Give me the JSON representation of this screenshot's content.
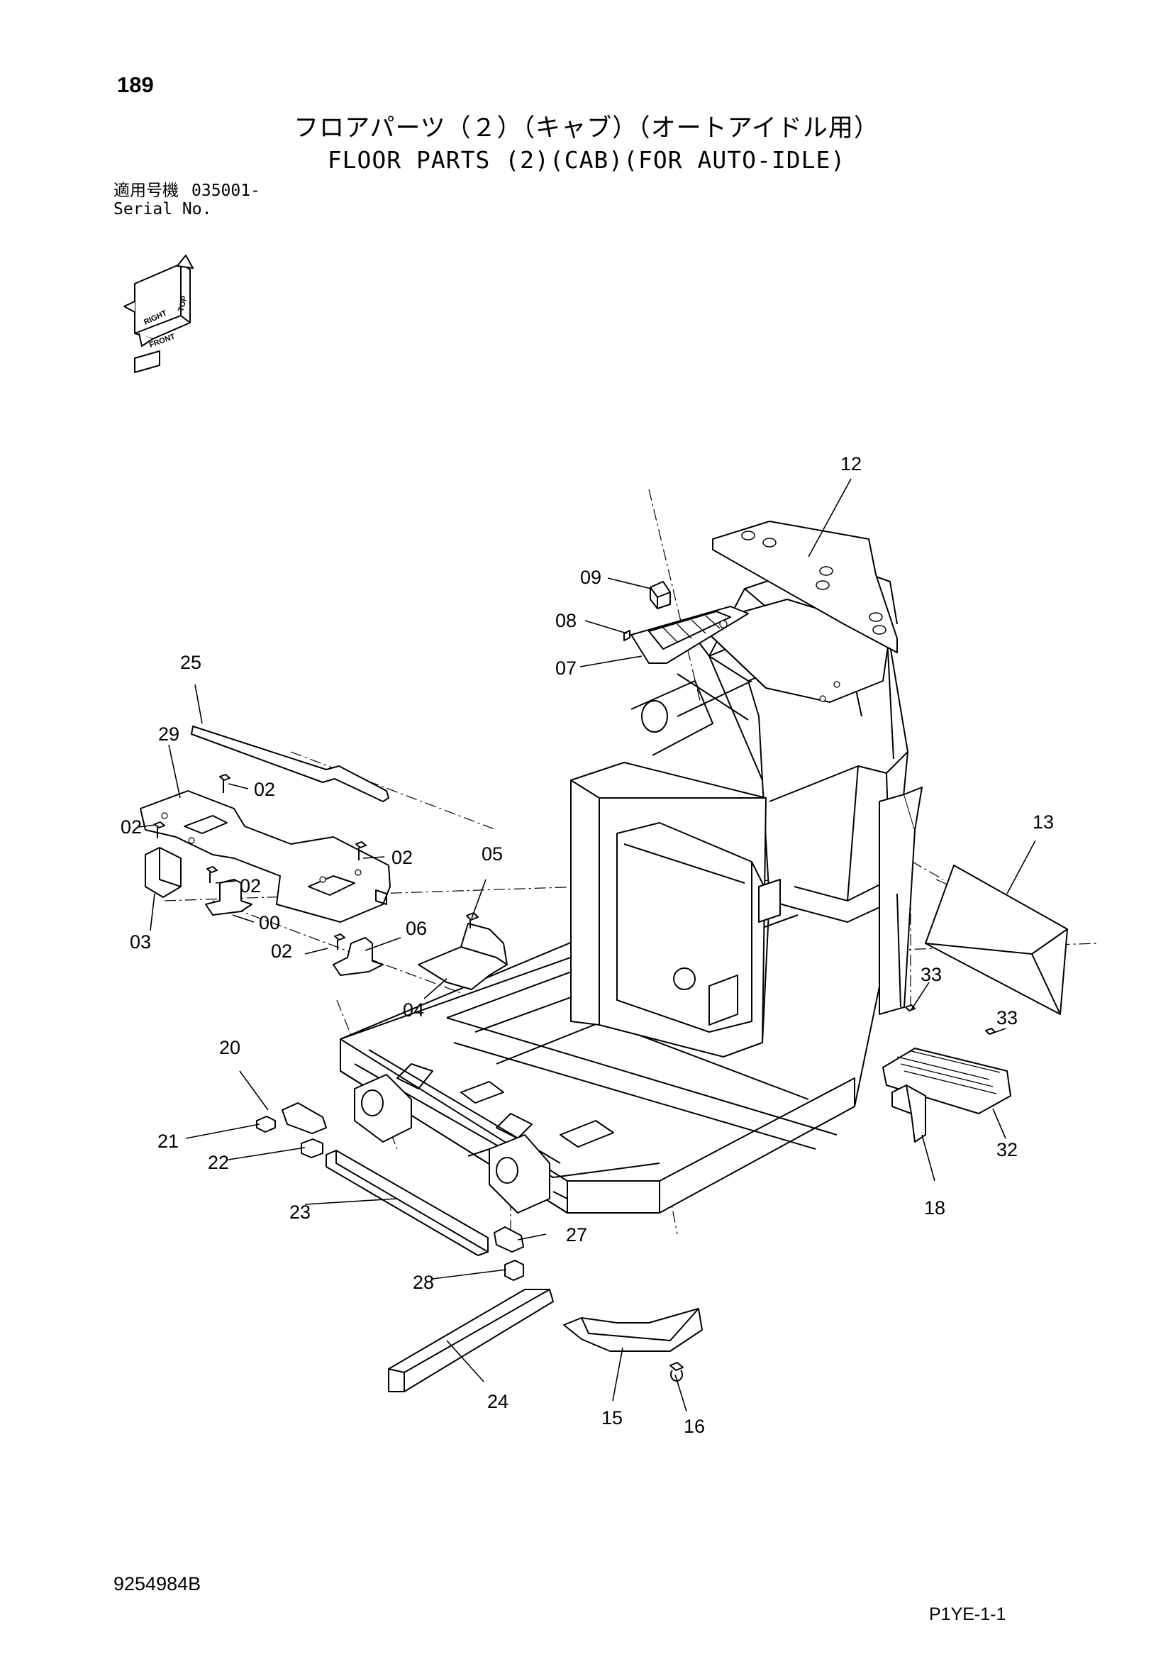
{
  "page_number": "189",
  "title_jp": "フロアパーツ（２）（キャブ）（オートアイドル用）",
  "title_en": "FLOOR PARTS (2)(CAB)(FOR AUTO-IDLE)",
  "serial": {
    "label_jp": "適用号機",
    "value": "035001-",
    "label_en": "Serial No."
  },
  "orientation_indicator": {
    "top": "TOP",
    "right": "RIGHT",
    "front": "FRONT"
  },
  "callouts": [
    "12",
    "09",
    "08",
    "07",
    "25",
    "29",
    "02",
    "02",
    "02",
    "02",
    "02",
    "00",
    "03",
    "05",
    "06",
    "04",
    "13",
    "33",
    "33",
    "32",
    "18",
    "20",
    "21",
    "22",
    "23",
    "27",
    "28",
    "24",
    "15",
    "16"
  ],
  "drawing_number": "9254984B",
  "sheet_code": "P1YE-1-1"
}
